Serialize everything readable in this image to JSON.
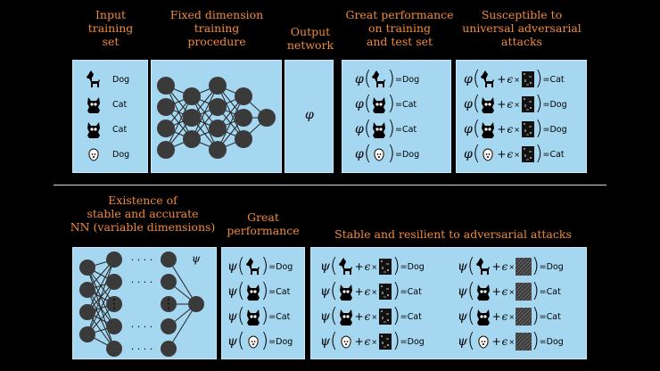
{
  "top_headers": {
    "input": "Input\ntraining\nset",
    "fixed": "Fixed dimension\ntraining\nprocedure",
    "output": "Output\nnetwork",
    "great": "Great performance\non training\nand test set",
    "susceptible": "Susceptible to\nuniversal adversarial\nattacks"
  },
  "bottom_headers": {
    "existence": "Existence of\nstable and accurate\nNN (variable dimensions)",
    "great": "Great\nperformance",
    "stable": "Stable and resilient to adversarial attacks"
  },
  "symbols": {
    "phi": "φ",
    "psi": "ψ",
    "eps": "ϵ",
    "times": "×",
    "plus": "+",
    "eq": "=",
    "open": "(",
    "close": ")",
    "dots": "· · · ·",
    "vdots": "⋮"
  },
  "training_set": [
    {
      "icon": "dog-icon",
      "label": "Dog"
    },
    {
      "icon": "cat-icon",
      "label": "Cat"
    },
    {
      "icon": "cat-icon",
      "label": "Cat"
    },
    {
      "icon": "dog-icon",
      "label": "Dog"
    }
  ],
  "phi_perf": [
    "=Dog",
    "=Cat",
    "=Cat",
    "=Dog"
  ],
  "phi_adv": [
    "=Cat",
    "=Dog",
    "=Dog",
    "=Cat"
  ],
  "psi_perf": [
    "=Dog",
    "=Cat",
    "=Cat",
    "=Dog"
  ],
  "psi_adv_left": [
    "=Dog",
    "=Cat",
    "=Cat",
    "=Dog"
  ],
  "psi_adv_right": [
    "=Dog",
    "=Cat",
    "=Cat",
    "=Dog"
  ],
  "colors": {
    "panel": "#a6d7f1",
    "header": "#f08a3c",
    "node": "#3a3a3a"
  }
}
